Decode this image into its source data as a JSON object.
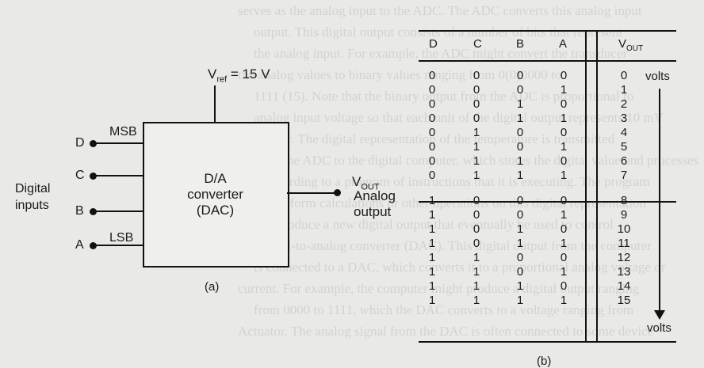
{
  "background_text_lines": [
    "serves as the analog input to the ADC. The ADC converts this analog input",
    "output. This digital output consists of a number of bits that represent",
    "the analog input. For example, the ADC might convert the transducer",
    "the analog values to binary values ranging from 0(0)0000 to",
    "1111 (15). Note that the binary output from the ADC is proportional to",
    "analog input voltage so that each unit of the digital output represents 10 mV",
    "Computer. The digital representation of the temperature is transmitted",
    "from the ADC to the digital computer, which stores the digital value and processes",
    "it according to a program of instructions that it is executing. The program",
    "might perform calculations or other operations on this digital representation",
    "and produce a new digital output that eventually be used to control",
    "",
    "",
    "Digital-to-analog converter (DAC). This digital output from the computer",
    "is connected to a DAC, which converts it to a proportional analog voltage or",
    "current. For example, the computer might produce a digital output ranging",
    "from 0000 to 1111, which the DAC converts to a voltage ranging from",
    "",
    "Actuator. The analog signal from the DAC is often connected to some device"
  ],
  "diagram_a": {
    "vref_label": "V",
    "vref_sub": "ref",
    "vref_value": "= 15 V",
    "msb_label": "MSB",
    "lsb_label": "LSB",
    "inputs": [
      "D",
      "C",
      "B",
      "A"
    ],
    "digital_inputs_label": [
      "Digital",
      "inputs"
    ],
    "box_label": [
      "D/A",
      "converter",
      "(DAC)"
    ],
    "vout_label": "V",
    "vout_sub": "OUT",
    "analog_output_label": [
      "Analog",
      "output"
    ],
    "caption": "(a)"
  },
  "table_b": {
    "headers": [
      "D",
      "C",
      "B",
      "A"
    ],
    "vout_header": "V",
    "vout_header_sub": "OUT",
    "volts_top": "volts",
    "volts_bottom": "volts",
    "caption": "(b)",
    "rows": [
      [
        "0",
        "0",
        "0",
        "0",
        "0"
      ],
      [
        "0",
        "0",
        "0",
        "1",
        "1"
      ],
      [
        "0",
        "0",
        "1",
        "0",
        "2"
      ],
      [
        "0",
        "0",
        "1",
        "1",
        "3"
      ],
      [
        "0",
        "1",
        "0",
        "0",
        "4"
      ],
      [
        "0",
        "1",
        "0",
        "1",
        "5"
      ],
      [
        "0",
        "1",
        "1",
        "0",
        "6"
      ],
      [
        "0",
        "1",
        "1",
        "1",
        "7"
      ],
      [
        "1",
        "0",
        "0",
        "0",
        "8"
      ],
      [
        "1",
        "0",
        "0",
        "1",
        "9"
      ],
      [
        "1",
        "0",
        "1",
        "0",
        "10"
      ],
      [
        "1",
        "0",
        "1",
        "1",
        "11"
      ],
      [
        "1",
        "1",
        "0",
        "0",
        "12"
      ],
      [
        "1",
        "1",
        "0",
        "1",
        "13"
      ],
      [
        "1",
        "1",
        "1",
        "0",
        "14"
      ],
      [
        "1",
        "1",
        "1",
        "1",
        "15"
      ]
    ]
  }
}
